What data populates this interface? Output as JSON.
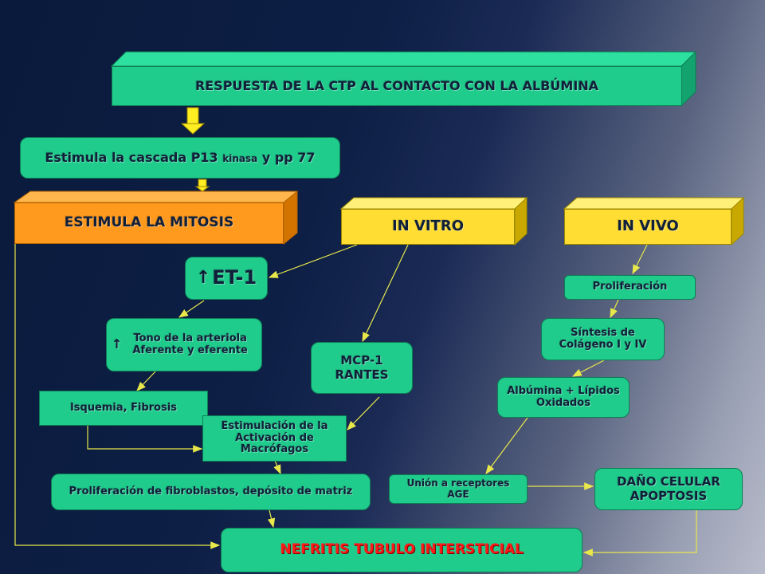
{
  "title": "RESPUESTA DE LA CTP AL CONTACTO CON LA ALBÚMINA",
  "cascade": {
    "part1": "Estimula la cascada P13 ",
    "part2": "kinasa",
    "part3": " y pp 77"
  },
  "mitosis": "ESTIMULA  LA MITOSIS",
  "in_vitro": "IN VITRO",
  "in_vivo": "IN VIVO",
  "et1": "ET-1",
  "tono": "Tono de la arteriola Aferente y eferente",
  "isquemia": "Isquemia, Fibrosis",
  "mcp": "MCP-1 RANTES",
  "macrofagos": "Estimulación de la Activación de Macrófagos",
  "fibroblastos": "Proliferación de fibroblastos, depósito de matriz",
  "nefritis": "NEFRITIS TUBULO INTERSTICIAL",
  "proliferacion": "Proliferación",
  "colageno": "Síntesis de Colágeno I y IV",
  "albumina": "Albúmina + Lípidos Oxidados",
  "union": "Unión a receptores AGE",
  "dano": "DAÑO CELULAR APOPTOSIS",
  "colors": {
    "green": "#1fcc8c",
    "yellow": "#ffdd33",
    "orange": "#ff9a1f",
    "connector": "#e8e84a"
  }
}
